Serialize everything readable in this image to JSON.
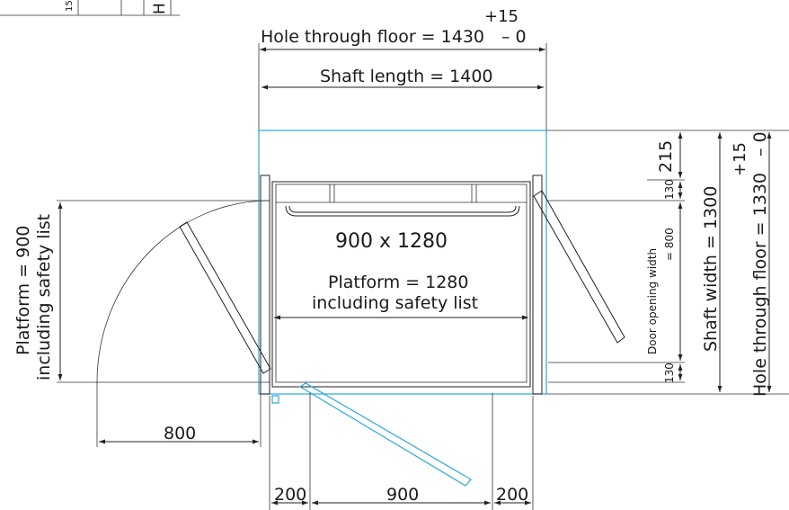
{
  "labels": {
    "hole_floor_top": "Hole through floor = 1430",
    "tol_top_plus": "+15",
    "tol_top_minus": "– 0",
    "shaft_length": "Shaft length = 1400",
    "center_size": "900 x 1280",
    "platform_length_1": "Platform = 1280",
    "platform_length_2": "including safety list",
    "platform_width_1": "Platform = 900",
    "platform_width_2": "including safety list",
    "door_opening_1": "Door opening width",
    "door_opening_2": "= 800",
    "shaft_width": "Shaft width = 1300",
    "hole_floor_right": "Hole through floor = 1330",
    "tol_right_plus": "+15",
    "tol_right_minus": "– 0",
    "dim_215": "215",
    "dim_130_top": "130",
    "dim_130_bottom": "130",
    "dim_800": "800",
    "dim_200_left": "200",
    "dim_900": "900",
    "dim_200_right": "200",
    "corner_label_1": "15",
    "corner_label_2": "H"
  },
  "colors": {
    "line": "#222222",
    "accent": "#29a8d8"
  }
}
